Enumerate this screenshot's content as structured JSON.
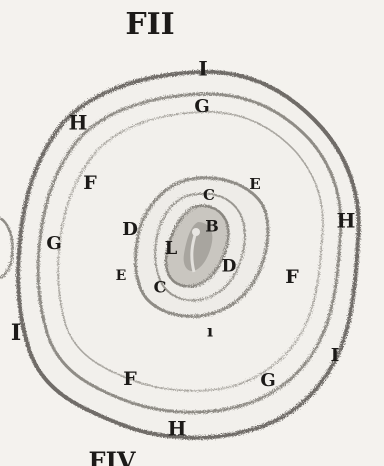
{
  "figure": {
    "title": "FII",
    "footer_text": "FIV",
    "ink_color": "#1c1a18",
    "paper_color": "#f4f2ee",
    "shading_color": "#8f8c86"
  },
  "labels": {
    "I_top": "I",
    "I_left": "I",
    "I_right": "I",
    "H_upper_left": "H",
    "H_right": "H",
    "H_bottom": "H",
    "G_top": "G",
    "G_left": "G",
    "G_lower_right": "G",
    "F_left": "F",
    "F_right": "F",
    "F_bottom": "F",
    "E_upper": "E",
    "E_lower": "E",
    "D_left": "D",
    "D_right": "D",
    "C_upper": "C",
    "C_lower": "C",
    "B": "B",
    "L": "L",
    "mark": "ı"
  }
}
